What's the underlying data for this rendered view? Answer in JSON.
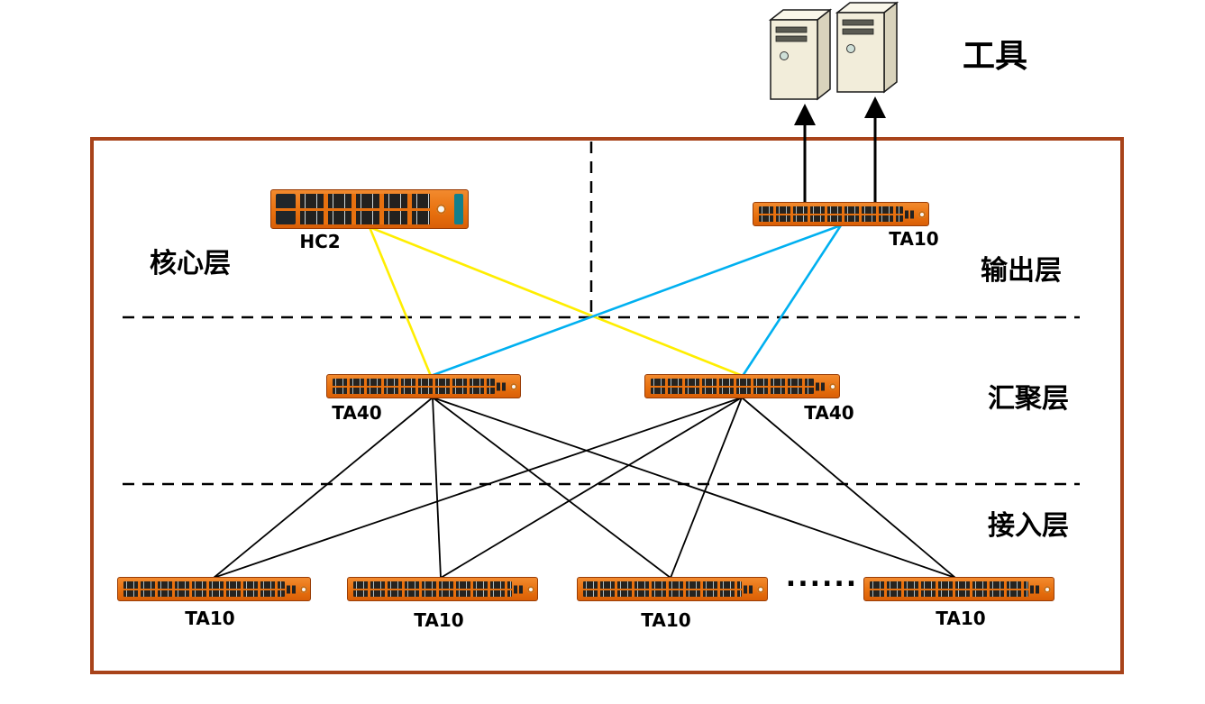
{
  "tools": {
    "label": "工具"
  },
  "layers": {
    "core": "核心层",
    "output": "输出层",
    "aggregation": "汇聚层",
    "access": "接入层"
  },
  "devices": {
    "hc2": {
      "label": "HC2"
    },
    "ta10_top": {
      "label": "TA10"
    },
    "ta40_left": {
      "label": "TA40"
    },
    "ta40_right": {
      "label": "TA40"
    },
    "ta10_access_1": {
      "label": "TA10"
    },
    "ta10_access_2": {
      "label": "TA10"
    },
    "ta10_access_3": {
      "label": "TA10"
    },
    "ta10_access_4": {
      "label": "TA10"
    }
  },
  "ellipsis": "......",
  "colors": {
    "frame": "#a8431a",
    "device_orange": "#e8710f",
    "yellow": "#ffee00",
    "cyan": "#00b0f0",
    "black": "#000000"
  }
}
